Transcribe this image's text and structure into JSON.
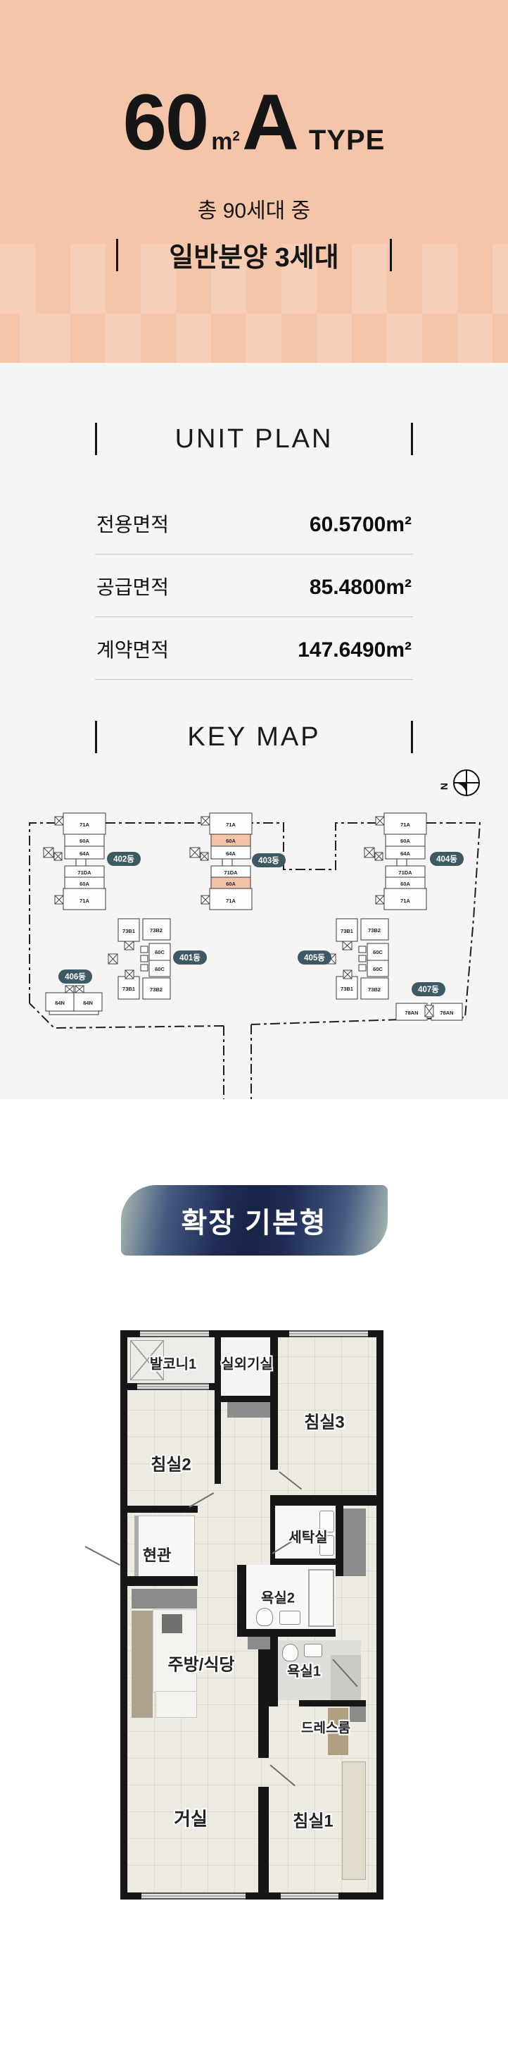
{
  "hero": {
    "background": "#F5C5A9",
    "area_number": "60",
    "area_unit_base": "m",
    "area_unit_sup": "2",
    "type_letter": "A",
    "type_word": "TYPE",
    "total_households": "총 90세대 중",
    "general_sale": "일반분양 3세대"
  },
  "unit_plan": {
    "title": "UNIT PLAN",
    "rows": [
      {
        "label": "전용면적",
        "value": "60.5700m²"
      },
      {
        "label": "공급면적",
        "value": "85.4800m²"
      },
      {
        "label": "계약면적",
        "value": "147.6490m²"
      }
    ]
  },
  "key_map": {
    "title": "KEY MAP",
    "compass_label": "N",
    "pill_color": "#3D5A64",
    "highlight_color": "#F4C2A6",
    "buildings": [
      {
        "name": "402동",
        "units": [
          "71A",
          "60A",
          "64A",
          "71DA",
          "60A",
          "71A"
        ]
      },
      {
        "name": "403동",
        "units": [
          "71A",
          "60A",
          "64A",
          "71DA",
          "60A",
          "71A"
        ]
      },
      {
        "name": "404동",
        "units": [
          "71A",
          "60A",
          "64A",
          "71DA",
          "60A",
          "71A"
        ]
      },
      {
        "name": "401동",
        "units": [
          "73B1",
          "73B2",
          "60C",
          "60C",
          "73B1",
          "73B2"
        ]
      },
      {
        "name": "405동",
        "units": [
          "73B1",
          "73B2",
          "60C",
          "60C",
          "73B1",
          "73B2"
        ]
      },
      {
        "name": "406동",
        "units": [
          "84N",
          "84N"
        ]
      },
      {
        "name": "407동",
        "units": [
          "78AN",
          "78AN"
        ]
      }
    ]
  },
  "floor_plan": {
    "badge": "확장 기본형",
    "badge_navy": "#1B2A52",
    "badge_sage": "#A9BCB3",
    "rooms": [
      {
        "label": "발코니1"
      },
      {
        "label": "실외기실"
      },
      {
        "label": "침실3"
      },
      {
        "label": "침실2"
      },
      {
        "label": "현관"
      },
      {
        "label": "세탁실"
      },
      {
        "label": "욕실2"
      },
      {
        "label": "주방/식당"
      },
      {
        "label": "욕실1"
      },
      {
        "label": "드레스룸"
      },
      {
        "label": "거실"
      },
      {
        "label": "침실1"
      }
    ]
  }
}
